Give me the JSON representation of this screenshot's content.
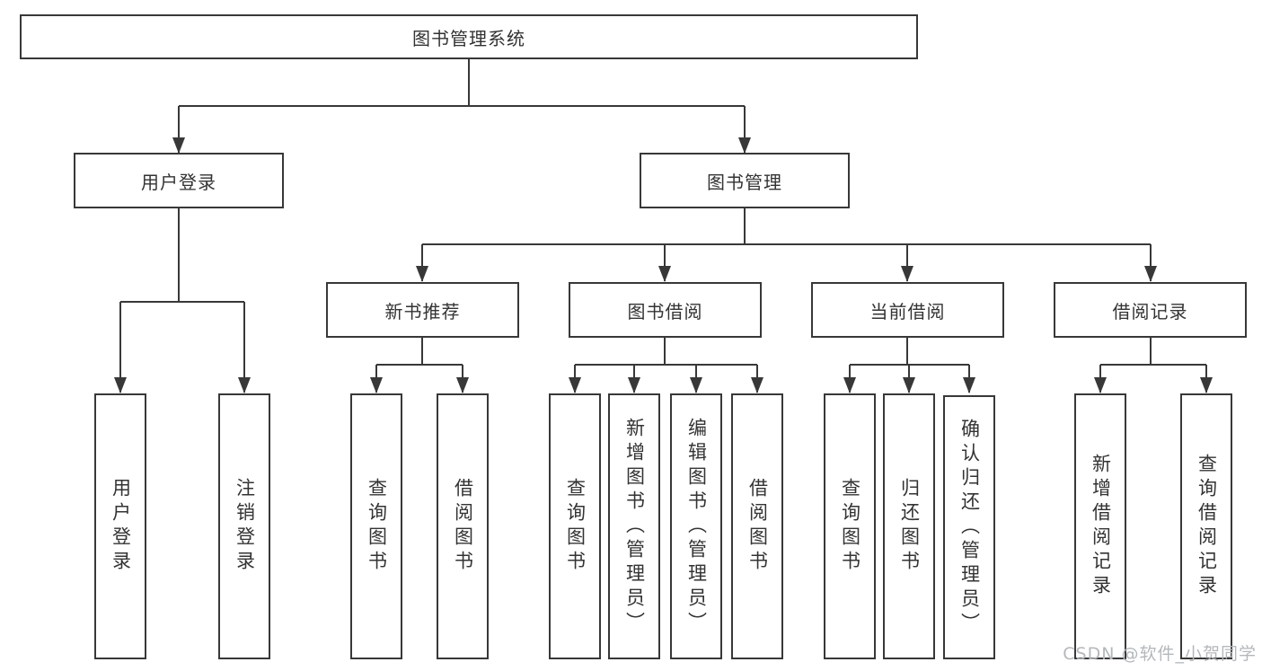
{
  "diagram": {
    "title": "图书管理系统",
    "branches": [
      {
        "label": "用户登录",
        "children": [
          {
            "label": "用户登录"
          },
          {
            "label": "注销登录"
          }
        ]
      },
      {
        "label": "图书管理",
        "children": [
          {
            "label": "新书推荐",
            "children": [
              {
                "label": "查询图书"
              },
              {
                "label": "借阅图书"
              }
            ]
          },
          {
            "label": "图书借阅",
            "children": [
              {
                "label": "查询图书"
              },
              {
                "label": "新增图书（管理员）"
              },
              {
                "label": "编辑图书（管理员）"
              },
              {
                "label": "借阅图书"
              }
            ]
          },
          {
            "label": "当前借阅",
            "children": [
              {
                "label": "查询图书"
              },
              {
                "label": "归还图书"
              },
              {
                "label": "确认归还（管理员）"
              }
            ]
          },
          {
            "label": "借阅记录",
            "children": [
              {
                "label": "新增借阅记录"
              },
              {
                "label": "查询借阅记录"
              }
            ]
          }
        ]
      }
    ]
  },
  "watermark": {
    "text": "CSDN @软件_小贺同学",
    "color": "#b4b8bb"
  },
  "colors": {
    "line": "#383838",
    "box_border": "#383838",
    "text": "#333333",
    "background": "#ffffff"
  }
}
